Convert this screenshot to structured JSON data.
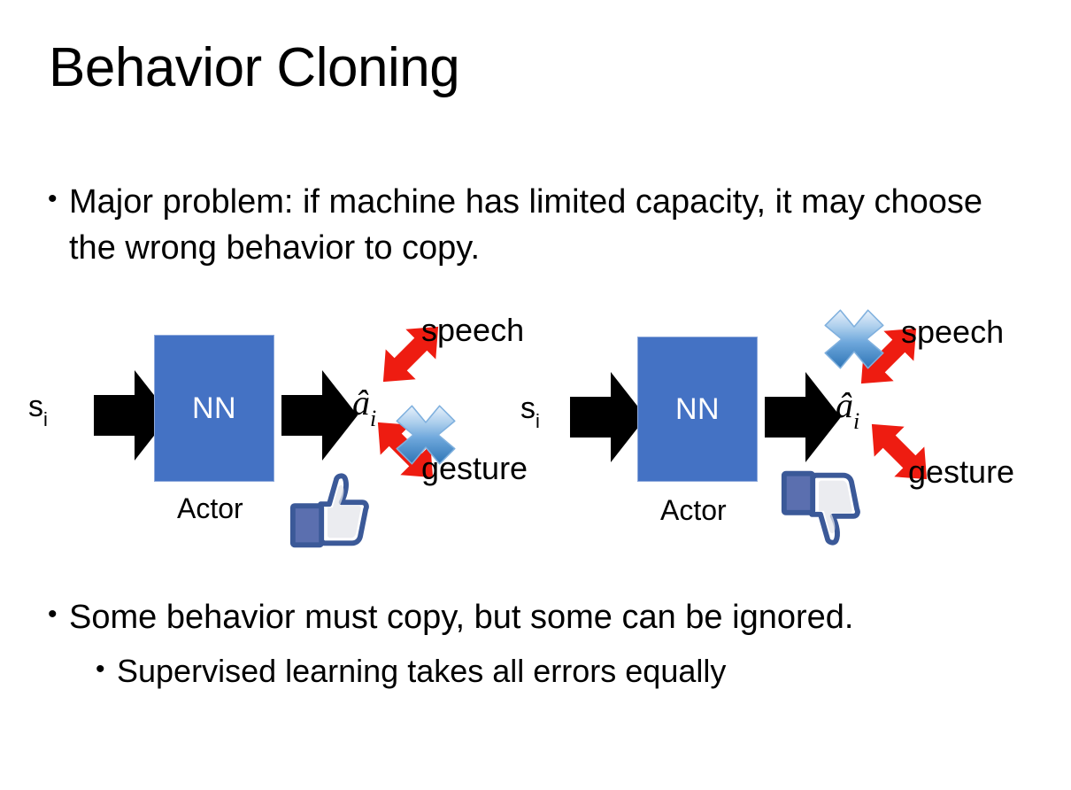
{
  "slide": {
    "title": "Behavior Cloning",
    "background_color": "#FFFFFF",
    "text_color": "#000000"
  },
  "bullets": {
    "top": {
      "marker": "•",
      "text": "Major problem: if machine has limited capacity, it may choose the wrong behavior to copy."
    },
    "bottom_1": {
      "marker": "•",
      "text": "Some behavior must copy, but some can be ignored."
    },
    "bottom_2": {
      "marker": "•",
      "text": "Supervised learning takes all errors equally"
    }
  },
  "diagrams": [
    {
      "id": "left",
      "state_label": "s",
      "state_subscript": "i",
      "box_label": "NN",
      "box_caption": "Actor",
      "box_color": "#4472C4",
      "box_border_color": "#8EA9DB",
      "output_label": "â",
      "output_subscript": "i",
      "outputs": [
        {
          "label": "speech",
          "arrow_direction": "up-right",
          "crossed_out": false
        },
        {
          "label": "gesture",
          "arrow_direction": "down-right",
          "crossed_out": true
        }
      ],
      "feedback_icon": "thumbs-up-icon",
      "feedback_sentiment": "positive"
    },
    {
      "id": "right",
      "state_label": "s",
      "state_subscript": "i",
      "box_label": "NN",
      "box_caption": "Actor",
      "box_color": "#4472C4",
      "box_border_color": "#8EA9DB",
      "output_label": "â",
      "output_subscript": "i",
      "outputs": [
        {
          "label": "speech",
          "arrow_direction": "up-right",
          "crossed_out": true
        },
        {
          "label": "gesture",
          "arrow_direction": "down-right",
          "crossed_out": false
        }
      ],
      "feedback_icon": "thumbs-down-icon",
      "feedback_sentiment": "negative"
    }
  ],
  "colors": {
    "nn_blue": "#4472C4",
    "nn_border": "#8EA9DB",
    "arrow_red": "#EE1C11",
    "arrow_black": "#000000",
    "x_blue_light": "#D6E6F7",
    "x_blue_mid": "#6FA8DC",
    "x_blue_dark": "#2E75B6",
    "thumb_outline": "#3B5998",
    "thumb_cuff": "#5B6FAF",
    "thumb_fill": "#FFFFFF",
    "thumb_shade": "#E4E6EB"
  }
}
